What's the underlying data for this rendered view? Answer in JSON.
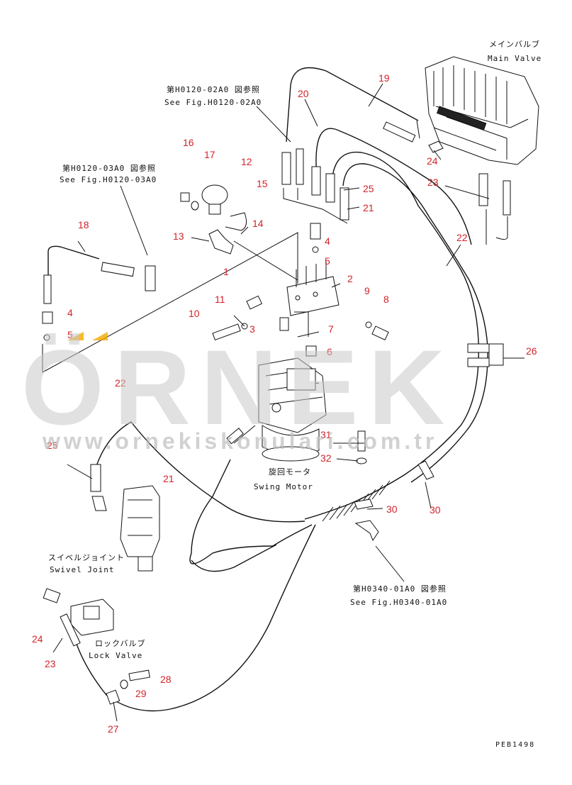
{
  "labels": {
    "main_valve_jp": "メインバルブ",
    "main_valve_en": "Main Valve",
    "ref_h0120_02a0_jp": "第H0120-02A0 図参照",
    "ref_h0120_02a0_en": "See Fig.H0120-02A0",
    "ref_h0120_03a0_jp": "第H0120-03A0 図参照",
    "ref_h0120_03a0_en": "See Fig.H0120-03A0",
    "swing_motor_jp": "旋回モータ",
    "swing_motor_en": "Swing Motor",
    "swivel_joint_jp": "スイベルジョイント",
    "swivel_joint_en": "Swivel Joint",
    "ref_h0340_01a0_jp": "第H0340-01A0 図参照",
    "ref_h0340_01a0_en": "See Fig.H0340-01A0",
    "lock_valve_jp": "ロックバルブ",
    "lock_valve_en": "Lock Valve",
    "drawing_code": "PEB1498"
  },
  "callouts": [
    "19",
    "20",
    "16",
    "17",
    "12",
    "15",
    "25",
    "21",
    "24",
    "23",
    "13",
    "14",
    "18",
    "4",
    "5",
    "1",
    "2",
    "22",
    "11",
    "9",
    "8",
    "3",
    "10",
    "7",
    "6",
    "26",
    "4",
    "5",
    "22",
    "25",
    "31",
    "32",
    "21",
    "30",
    "30",
    "24",
    "23",
    "28",
    "29",
    "27"
  ],
  "watermark": {
    "brand": "ÖRNEK",
    "url": "www.ornekiskonulari.com.tr"
  },
  "colors": {
    "callout": "#d2232a",
    "watermark": "#c9c9c9",
    "watermark_dots": "#f2a900",
    "line": "#111111"
  }
}
